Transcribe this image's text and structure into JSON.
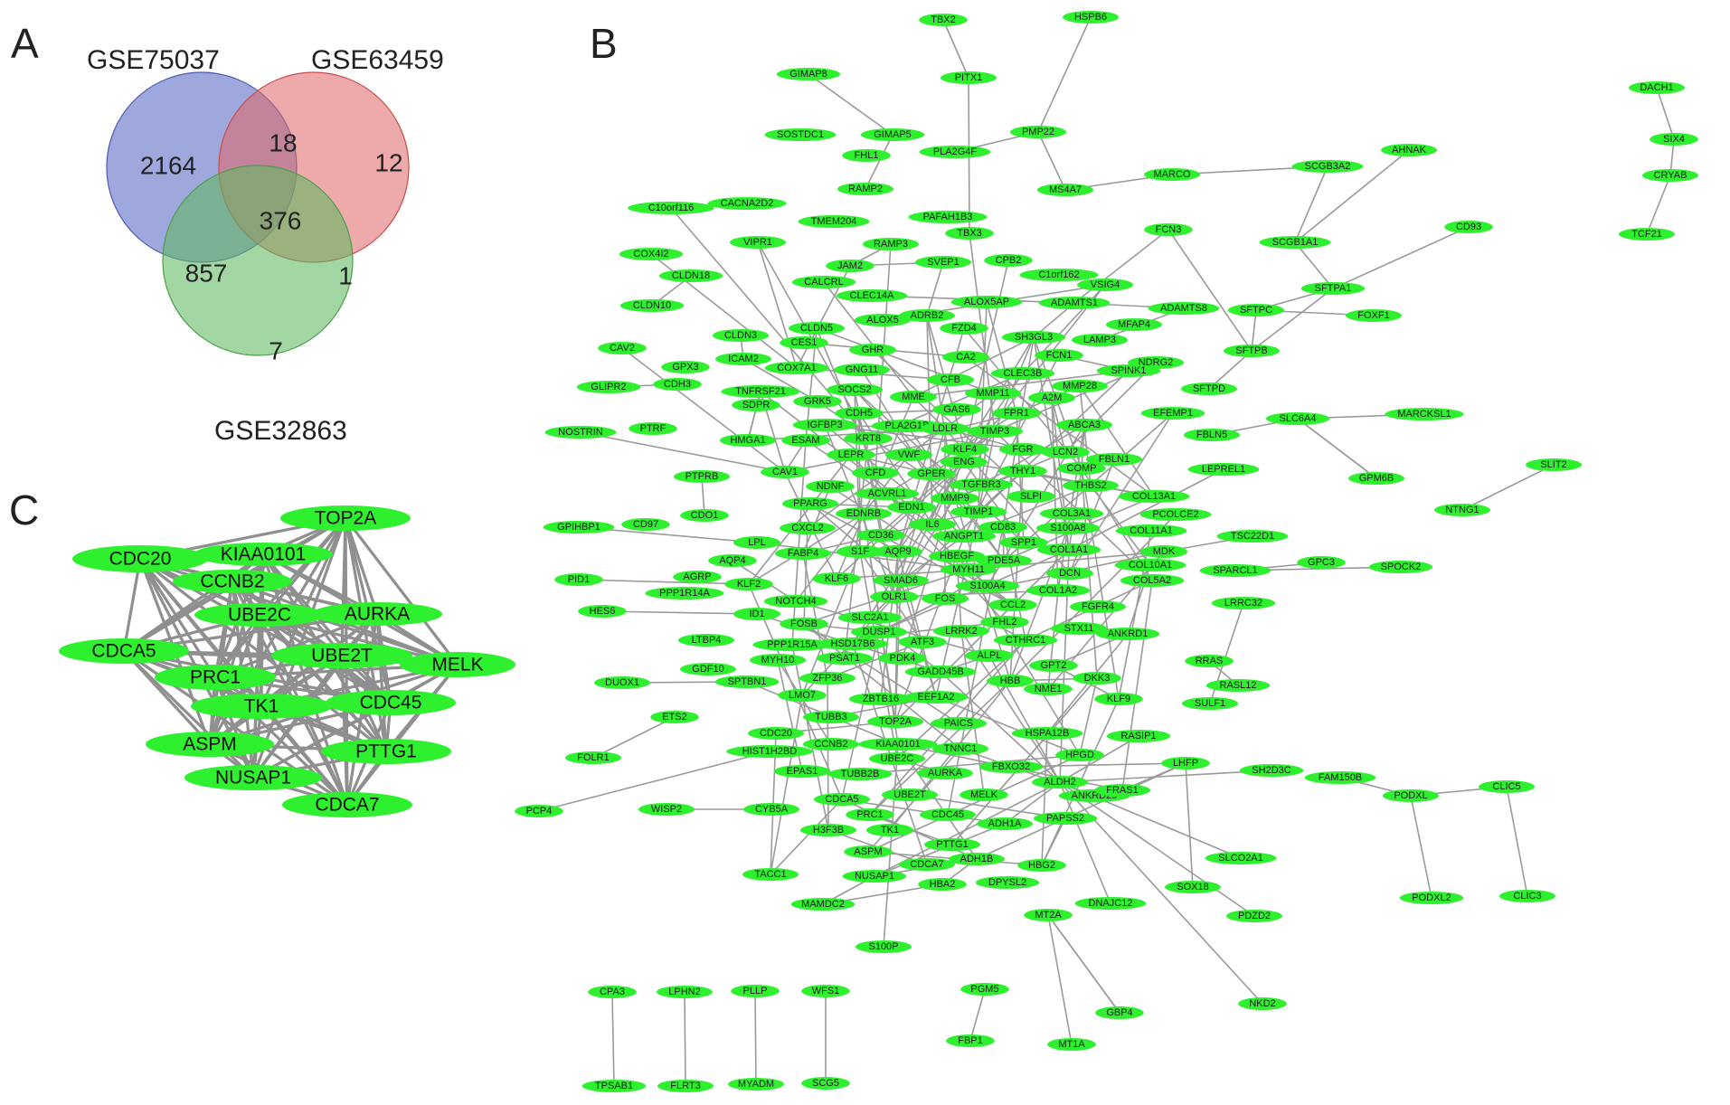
{
  "panels": {
    "a": "A",
    "b": "B",
    "c": "C"
  },
  "venn": {
    "sets": [
      {
        "name": "GSE75037",
        "color": "#6473c8"
      },
      {
        "name": "GSE63459",
        "color": "#e06464"
      },
      {
        "name": "GSE32863",
        "color": "#5fb85f"
      }
    ],
    "regions": {
      "only_GSE75037": "2164",
      "only_GSE63459": "12",
      "only_GSE32863": "7",
      "GSE75037_GSE63459": "18",
      "GSE75037_GSE32863": "857",
      "GSE63459_GSE32863": "1",
      "all_three": "376"
    }
  },
  "colors": {
    "node": "#2ff02f",
    "edge": "#9a9a9a"
  },
  "hub_network": {
    "nodes": [
      "TOP2A",
      "KIAA0101",
      "CDC20",
      "CCNB2",
      "UBE2C",
      "AURKA",
      "CDCA5",
      "UBE2T",
      "MELK",
      "PRC1",
      "TK1",
      "CDC45",
      "ASPM",
      "PTTG1",
      "NUSAP1",
      "CDCA7"
    ]
  },
  "ppi_network": {
    "nodes": [
      "TBX2",
      "HSPB6",
      "PITX1",
      "GIMAP8",
      "DACH1",
      "SIX4",
      "CRYAB",
      "TCF21",
      "SOSTDC1",
      "GIMAP5",
      "PMP22",
      "FHL1",
      "PLA2G4F",
      "AHNAK",
      "MARCO",
      "SCGB3A2",
      "RAMP2",
      "MS4A7",
      "C10orf116",
      "CACNA2D2",
      "PAFAH1B3",
      "TMEM204",
      "CD93",
      "VIPR1",
      "RAMP3",
      "TBX3",
      "FCN3",
      "SCGB1A1",
      "COX4I2",
      "CLDN18",
      "JAM2",
      "SVEP1",
      "CPB2",
      "C1orf162",
      "VSIG4",
      "CALCRL",
      "CLEC14A",
      "ALOX5AP",
      "ADAMTS1",
      "SFTPA1",
      "CLDN10",
      "ADRB2",
      "ADAMTS8",
      "FZD4",
      "SFTPC",
      "FOXF1",
      "CAV2",
      "CLDN3",
      "CLDN5",
      "ALOX5",
      "SH3GL3",
      "MFAP4",
      "CES1",
      "LAMP3",
      "GPX3",
      "ICAM2",
      "COX7A1",
      "GHR",
      "CA2",
      "FCN1",
      "SFTPB",
      "GNG11",
      "CLEC3B",
      "NDRG2",
      "CDH3",
      "TNFRSF21",
      "SOCS2",
      "CFB",
      "MMP11",
      "MMP28",
      "SPINK1",
      "SFTPD",
      "GLIPR2",
      "GRK5",
      "MME",
      "FPR1",
      "A2M",
      "SDPR",
      "CDH5",
      "GAS6",
      "PTRF",
      "IGFBP3",
      "PLA2G1B",
      "LDLR",
      "EFEMP1",
      "SLC6A4",
      "MARCKSL1",
      "NOSTRIN",
      "TIMP3",
      "ABCA3",
      "HMGA1",
      "ESAM",
      "KRT8",
      "KLF4",
      "FGR",
      "LCN2",
      "FBLN5",
      "LEPR",
      "VWF",
      "ENG",
      "FBLN1",
      "PTPRB",
      "CAV1",
      "CFD",
      "GPER",
      "THY1",
      "COMP",
      "SLIT2",
      "NDNF",
      "TGFBR3",
      "LEPREL1",
      "GPM6B",
      "CDO1",
      "ACVRL1",
      "EDN1",
      "SLPI",
      "THBS2",
      "NTNG1",
      "PPARG",
      "MMP9",
      "COL13A1",
      "EDNRB",
      "IL6",
      "TIMP1",
      "COL3A1",
      "PCOLCE2",
      "GPIHBP1",
      "CD97",
      "CXCL2",
      "CD36",
      "ANGPT1",
      "CD83",
      "S100A8",
      "COL11A1",
      "TSC22D1",
      "LPL",
      "FABP4",
      "AQP9",
      "HBEGF",
      "SPP1",
      "COL1A1",
      "MDK",
      "GPC3",
      "SPOCK2",
      "AQP4",
      "S1F",
      "PDE5A",
      "COL10A1",
      "SPARCL1",
      "PID1",
      "AGRP",
      "MYH11",
      "DCN",
      "COL5A2",
      "KLF2",
      "KLF6",
      "SMAD6",
      "S100A4",
      "COL1A2",
      "PPP1R14A",
      "NOTCH4",
      "OLR1",
      "FOS",
      "CCL2",
      "LRRC32",
      "FGFR4",
      "HES6",
      "ID1",
      "SLC2A1",
      "FHL2",
      "STX11",
      "ANKRD1",
      "DUSP1",
      "LRRK2",
      "PPP1R15A",
      "HSD17B6",
      "ATF3",
      "CTHRC1",
      "LTBP4",
      "FOSB",
      "GDF10",
      "MYH10",
      "PSAT1",
      "PDK4",
      "ALPL",
      "GPT2",
      "RRAS",
      "ZFP36",
      "GADD45B",
      "DKK3",
      "RASL12",
      "DUOX1",
      "SPTBN1",
      "NME1",
      "KLF9",
      "LMO7",
      "ZBTB16",
      "EEF1A2",
      "HBB",
      "SULF1",
      "TUBB3",
      "TOP2A",
      "PAICS",
      "ETS2",
      "HSPA12B",
      "RASIP1",
      "CDC20",
      "HIST1H2BD",
      "CCNB2",
      "KIAA0101",
      "TNNC1",
      "HPGD",
      "FOLR1",
      "UBE2C",
      "FBXO32",
      "LHFP",
      "SH2D3C",
      "EPAS1",
      "TUBB2B",
      "AURKA",
      "ALDH2",
      "FAM150B",
      "PODXL",
      "CLIC5",
      "ANKRD29",
      "FRAS1",
      "PCP4",
      "WISP2",
      "CYB5A",
      "CDCA5",
      "UBE2T",
      "MELK",
      "PRC1",
      "CDC45",
      "ADH1A",
      "PAPSS2",
      "H3F3B",
      "TK1",
      "PTTG1",
      "ASPM",
      "ADH1B",
      "SLCO2A1",
      "TACC1",
      "CDCA7",
      "HBG2",
      "NUSAP1",
      "HBA2",
      "DPYSL2",
      "SOX18",
      "PODXL2",
      "CLIC3",
      "MAMDC2",
      "DNAJC12",
      "PDZD2",
      "S100P",
      "MT2A",
      "PGM5",
      "GBP4",
      "NKD2",
      "FBP1",
      "MT1A",
      "CPA3",
      "LPHN2",
      "PLLP",
      "WFS1",
      "TPSAB1",
      "FLRT3",
      "MYADM",
      "SCG5"
    ]
  }
}
